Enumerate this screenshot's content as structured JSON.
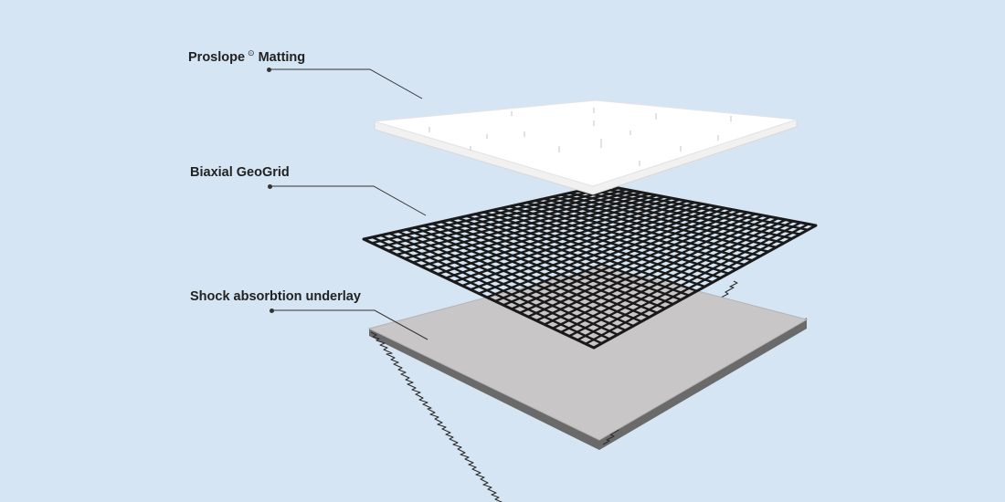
{
  "labels": {
    "matting_name": "Proslope",
    "matting_mark": "⊙",
    "matting_suffix": "Matting",
    "geogrid": "Biaxial GeoGrid",
    "underlay": "Shock absorbtion underlay"
  },
  "colors": {
    "background": "#d5e5f3",
    "matting": "#ffffff",
    "geogrid": "#1a1a1a",
    "underlay": "#c9c6c7",
    "leader": "#333333"
  }
}
